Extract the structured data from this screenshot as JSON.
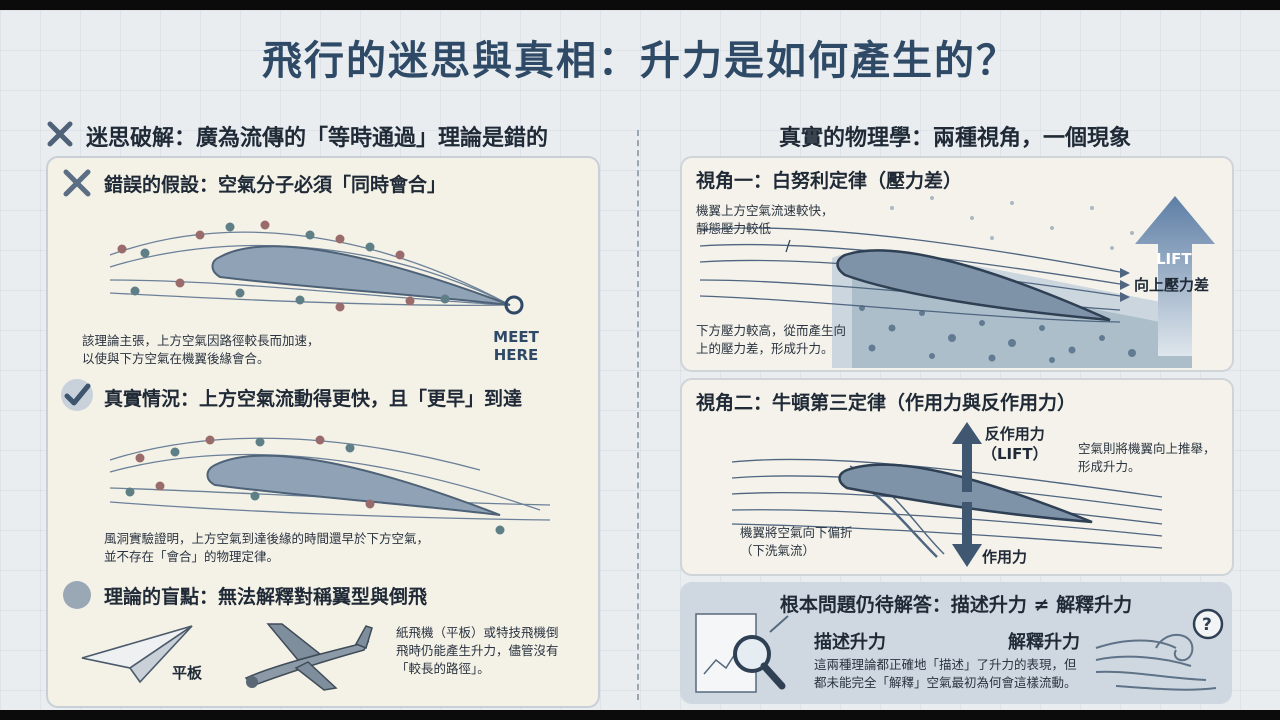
{
  "title": "飛行的迷思與真相：升力是如何產生的？",
  "left": {
    "heading": "迷思破解：廣為流傳的「等時通過」理論是錯的",
    "wrong": {
      "heading": "錯誤的假設：空氣分子必須「同時會合」",
      "meet_line1": "MEET",
      "meet_line2": "HERE",
      "desc_line1": "該理論主張，上方空氣因路徑較長而加速，",
      "desc_line2": "以使與下方空氣在機翼後緣會合。"
    },
    "truth": {
      "heading": "真實情況：上方空氣流動得更快，且「更早」到達",
      "desc_line1": "風洞實驗證明，上方空氣到達後緣的時間還早於下方空氣，",
      "desc_line2": "並不存在「會合」的物理定律。"
    },
    "blind": {
      "heading": "理論的盲點：無法解釋對稱翼型與倒飛",
      "flat_label": "平板",
      "desc_line1": "紙飛機（平板）或特技飛機倒",
      "desc_line2": "飛時仍能產生升力，儘管沒有",
      "desc_line3": "「較長的路徑」。"
    }
  },
  "right": {
    "heading": "真實的物理學：兩種視角，一個現象",
    "view1": {
      "heading": "視角一：白努利定律（壓力差）",
      "top_note_line1": "機翼上方空氣流速較快，",
      "top_note_line2": "靜態壓力較低",
      "bottom_note_line1": "下方壓力較高，從而產生向",
      "bottom_note_line2": "上的壓力差，形成升力。",
      "lift_label": "LIFT",
      "up_diff": "向上壓力差"
    },
    "view2": {
      "heading": "視角二：牛頓第三定律（作用力與反作用力）",
      "reaction_line1": "反作用力",
      "reaction_line2": "（LIFT）",
      "right_note_line1": "空氣則將機翼向上推舉，",
      "right_note_line2": "形成升力。",
      "left_note_line1": "機翼將空氣向下偏折",
      "left_note_line2": "（下洗氣流）",
      "action": "作用力"
    },
    "question": {
      "heading": "根本問題仍待解答：描述升力 ≠ 解釋升力",
      "describe": "描述升力",
      "explain": "解釋升力",
      "desc_line1": "這兩種理論都正確地「描述」了升力的表現，但",
      "desc_line2": "都未能完全「解釋」空氣最初為何會這樣流動。"
    }
  },
  "colors": {
    "title": "#2f4a66",
    "airfoil": "#8b9db1",
    "particle_red": "#9a6b6b",
    "particle_teal": "#5e7f86",
    "arrow": "#5d7ea5"
  }
}
